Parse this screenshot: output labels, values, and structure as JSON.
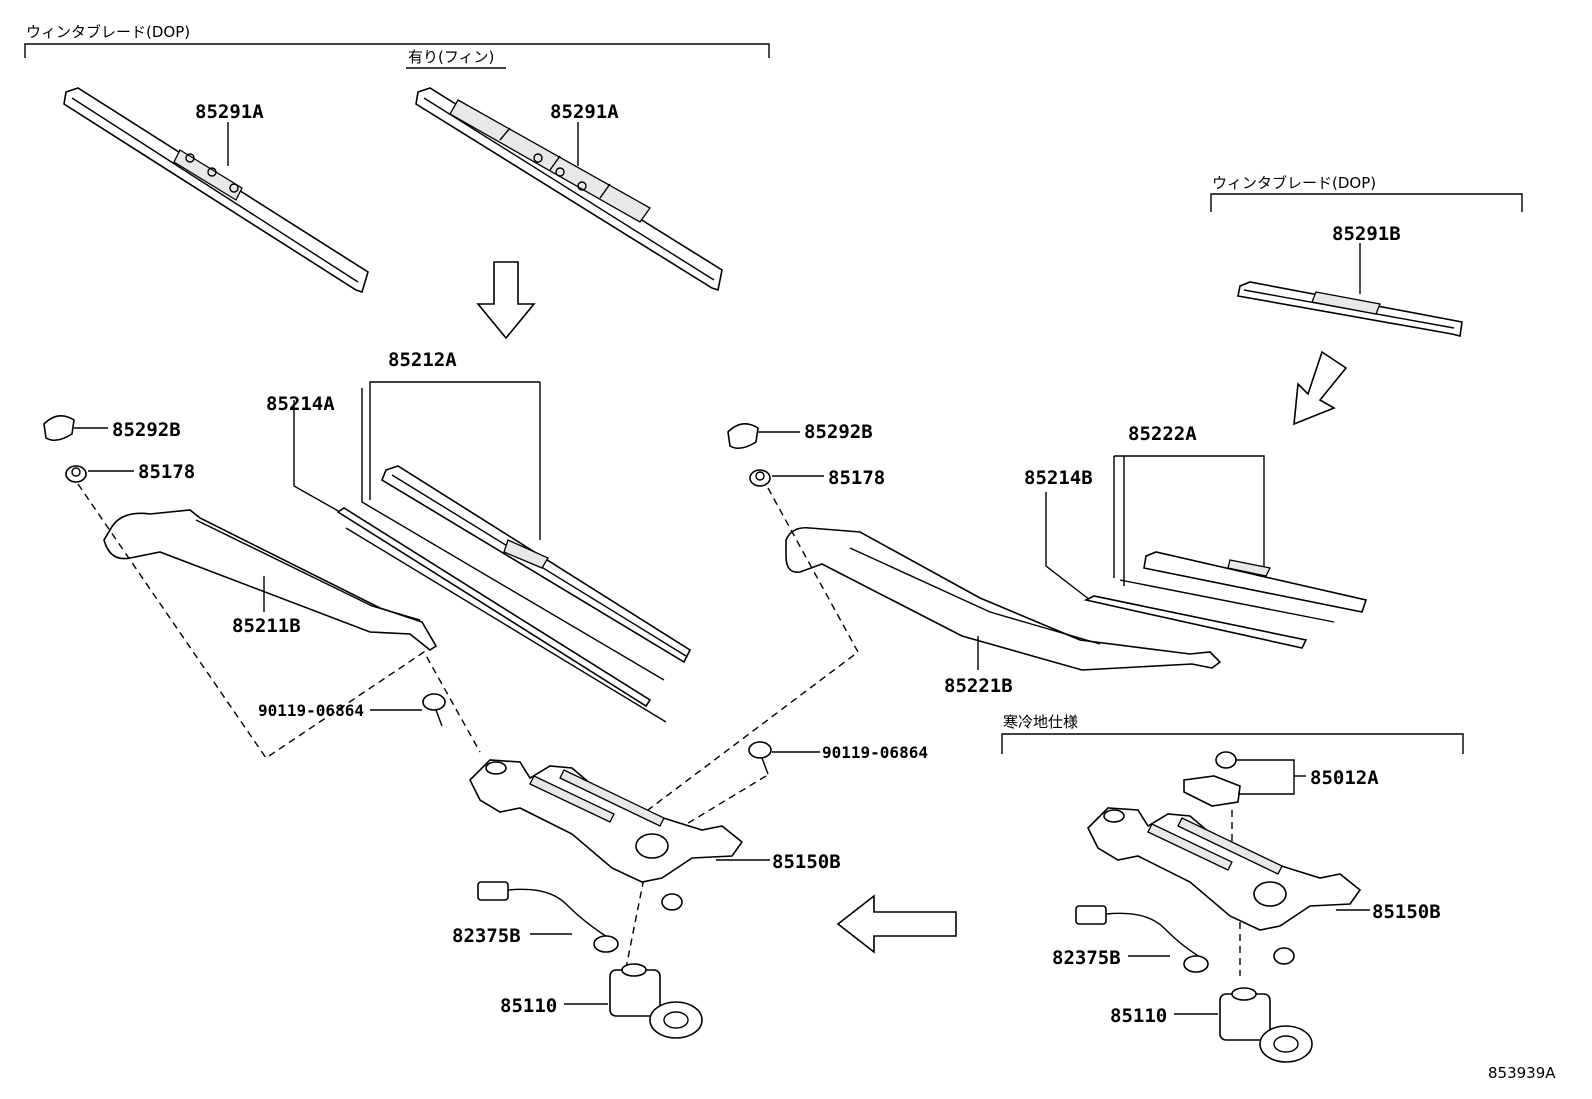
{
  "groups": {
    "dop_left": "ウィンタブレード(DOP)",
    "fin": "有り(フィン)",
    "dop_right": "ウィンタブレード(DOP)",
    "cold": "寒冷地仕様"
  },
  "parts": {
    "blade_l1": "85291A",
    "blade_l2": "85291A",
    "blade_r": "85291B",
    "blade_asm_l": "85212A",
    "insert_l": "85214A",
    "blade_asm_r": "85222A",
    "insert_r": "85214B",
    "cap_l": "85292B",
    "nut_l": "85178",
    "cap_r": "85292B",
    "nut_r": "85178",
    "arm_l": "85211B",
    "arm_r": "85221B",
    "bolt_l": "90119-06864",
    "bolt_r": "90119-06864",
    "link_main": "85150B",
    "link_cold": "85150B",
    "pivot_cold": "85012A",
    "harness_main": "82375B",
    "harness_cold": "82375B",
    "motor_main": "85110",
    "motor_cold": "85110"
  },
  "diagram_code": "853939A"
}
